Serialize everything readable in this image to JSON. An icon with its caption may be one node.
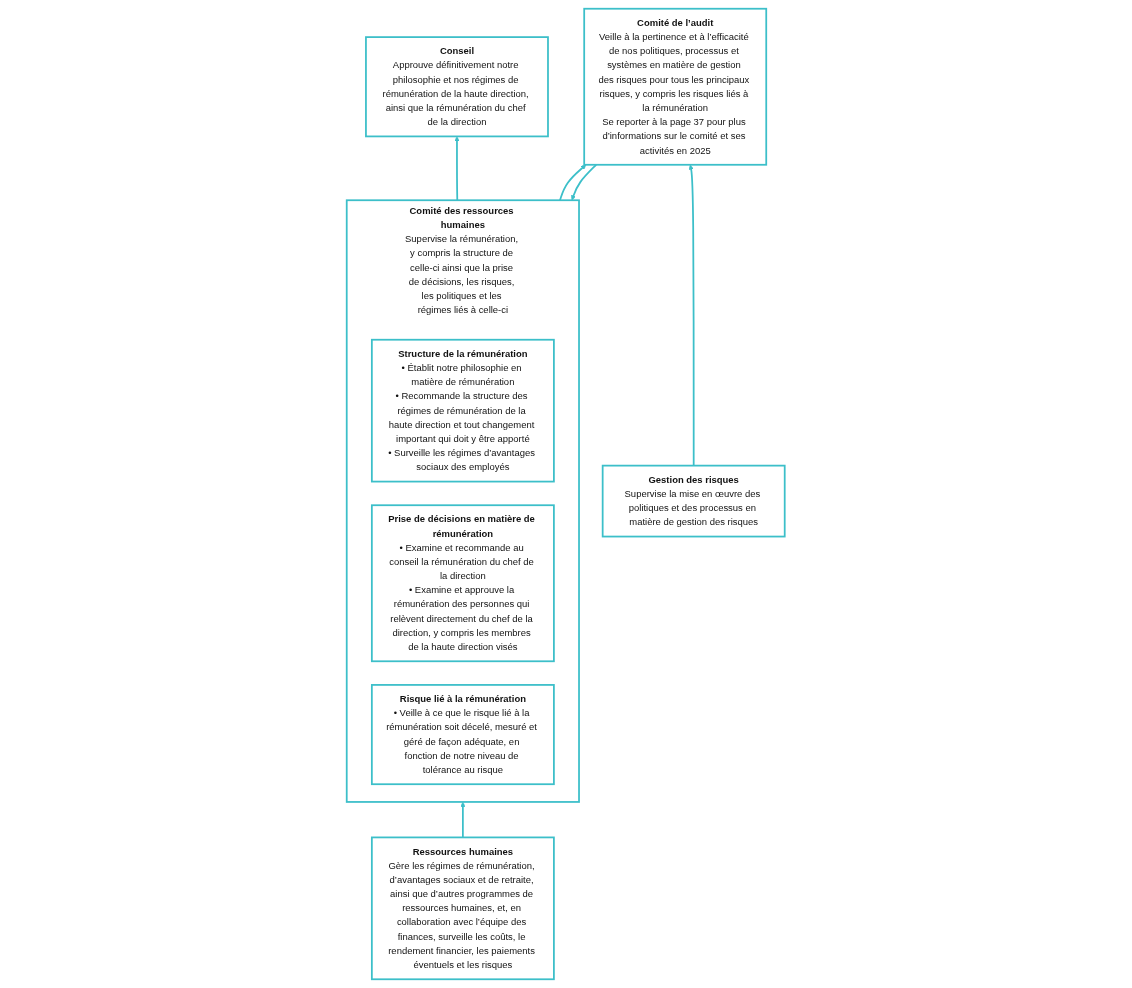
{
  "diagram": {
    "nodes": [
      {
        "text": [
          "Conseil",
          "Approuve définitivement notre philosophie et nos régimes de rémunération de la haute direction, ainsi que la rémunération du chef de la direction"
        ]
      },
      {
        "text": [
          "Comité des ressources humaines",
          "Supervise la rémunération, y compris la structure de celle-ci ainsi que la prise de décisions, les risques, les politiques et les régimes liés à celle-ci"
        ]
      },
      {
        "text": [
          "Structure de la rémunération",
          "• Établit notre philosophie en matière de rémunération",
          "• Recommande la structure des régimes de rémunération de la haute direction et tout changement important qui doit y être apporté",
          "• Surveille les régimes d’avantages sociaux des employés"
        ],
        "in": 1
      },
      {
        "text": [
          "Prise de décisions en matière de rémunération",
          "• Examine et recommande au conseil la rémunération du chef de la direction",
          "• Examine et approuve la rémunération des personnes qui relèvent directement du chef de la direction, y compris les membres de la haute direction visés"
        ],
        "in": 1
      },
      {
        "text": [
          "Risque lié à la rémunération",
          "• Veille à ce que le risque lié à la rémunération soit décelé, mesuré et géré de façon adéquate, en fonction de notre niveau de tolérance au risque"
        ],
        "in": 1
      },
      {
        "text": [
          "Comité de l’audit",
          "Veille à la pertinence et à l’efficacité de nos politiques, processus et systèmes en matière de gestion des risques pour tous les principaux risques, y compris les risques liés à la rémunération",
          "Se reporter à la page 37 pour plus d’informations sur le comité et ses activités en 2025"
        ]
      },
      {
        "text": [
          "Ressources humaines",
          "Gère les régimes de rémunération, d’avantages sociaux et de retraite, ainsi que d’autres programmes de ressources humaines, et, en collaboration avec l’équipe des finances, surveille les coûts, le rendement financier, les paiements éventuels et les risques"
        ]
      },
      {
        "text": [
          "Gestion des risques",
          "Supervise la mise en œuvre des politiques et des processus en matière de gestion des risques"
        ]
      }
    ],
    "edges": [
      {
        "from": 1,
        "to": 0,
        "arrow": "to"
      },
      {
        "from": 1,
        "to": 5,
        "arrow": "to"
      },
      {
        "from": 5,
        "to": 1,
        "arrow": "to"
      },
      {
        "from": 6,
        "to": 1,
        "arrow": "to"
      },
      {
        "from": 7,
        "to": 5,
        "arrow": "to"
      }
    ]
  }
}
